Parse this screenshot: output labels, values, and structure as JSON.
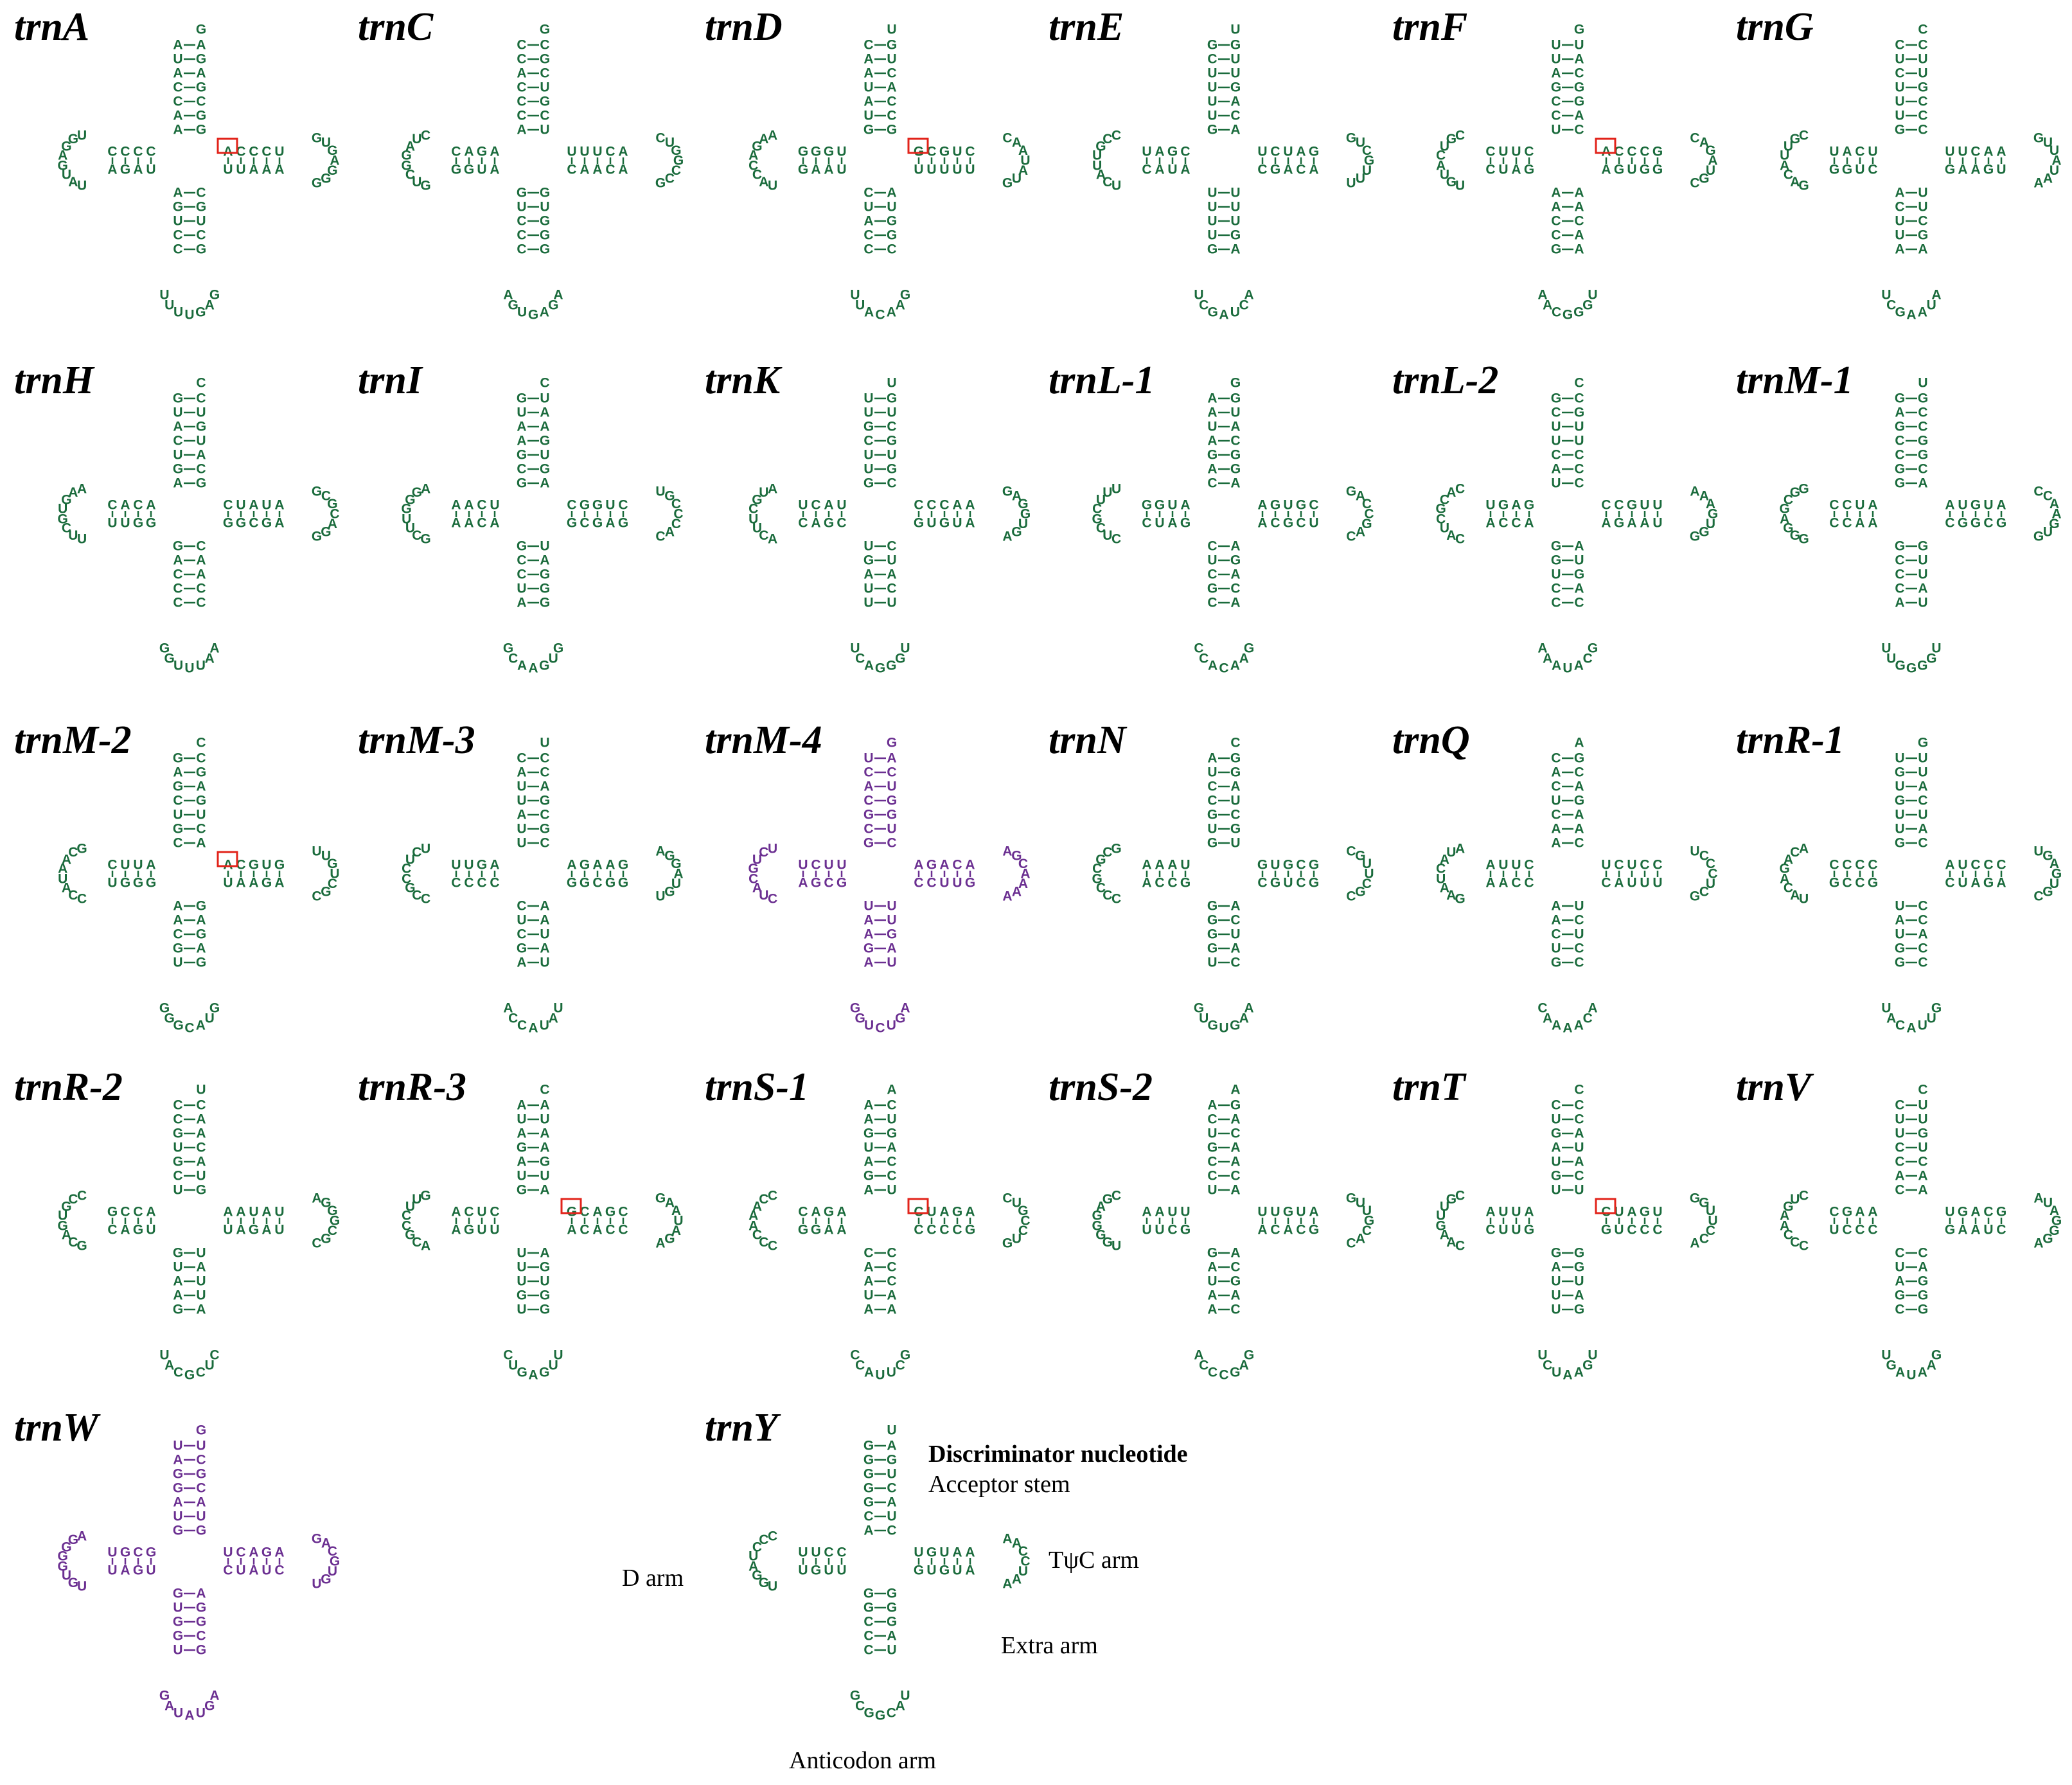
{
  "figure": {
    "colors": {
      "standard": "#1a6b3c",
      "variant": "#6b2f91",
      "mismatch": "#e2231a",
      "text": "#000000"
    },
    "panels": [
      {
        "title": "trnA",
        "color": "standard",
        "mismatch": true
      },
      {
        "title": "trnC",
        "color": "standard",
        "mismatch": false
      },
      {
        "title": "trnD",
        "color": "standard",
        "mismatch": true
      },
      {
        "title": "trnE",
        "color": "standard",
        "mismatch": false
      },
      {
        "title": "trnF",
        "color": "standard",
        "mismatch": true
      },
      {
        "title": "trnG",
        "color": "standard",
        "mismatch": false
      },
      {
        "title": "trnH",
        "color": "standard",
        "mismatch": false
      },
      {
        "title": "trnI",
        "color": "standard",
        "mismatch": false
      },
      {
        "title": "trnK",
        "color": "standard",
        "mismatch": false
      },
      {
        "title": "trnL-1",
        "color": "standard",
        "mismatch": false
      },
      {
        "title": "trnL-2",
        "color": "standard",
        "mismatch": false
      },
      {
        "title": "trnM-1",
        "color": "standard",
        "mismatch": false
      },
      {
        "title": "trnM-2",
        "color": "standard",
        "mismatch": true
      },
      {
        "title": "trnM-3",
        "color": "standard",
        "mismatch": false
      },
      {
        "title": "trnM-4",
        "color": "variant",
        "mismatch": false
      },
      {
        "title": "trnN",
        "color": "standard",
        "mismatch": false
      },
      {
        "title": "trnQ",
        "color": "standard",
        "mismatch": false
      },
      {
        "title": "trnR-1",
        "color": "standard",
        "mismatch": false
      },
      {
        "title": "trnR-2",
        "color": "standard",
        "mismatch": false
      },
      {
        "title": "trnR-3",
        "color": "standard",
        "mismatch": true
      },
      {
        "title": "trnS-1",
        "color": "standard",
        "mismatch": true
      },
      {
        "title": "trnS-2",
        "color": "standard",
        "mismatch": false
      },
      {
        "title": "trnT",
        "color": "standard",
        "mismatch": true
      },
      {
        "title": "trnV",
        "color": "standard",
        "mismatch": false
      },
      {
        "title": "trnW",
        "color": "variant",
        "mismatch": false
      },
      {
        "title": "trnY",
        "color": "standard",
        "mismatch": false
      }
    ],
    "legend": {
      "discriminator": "Discriminator nucleotide",
      "acceptor": "Acceptor stem",
      "d_arm": "D arm",
      "tpsic_arm": "TψC arm",
      "extra_arm": "Extra arm",
      "anticodon_arm": "Anticodon arm"
    }
  }
}
